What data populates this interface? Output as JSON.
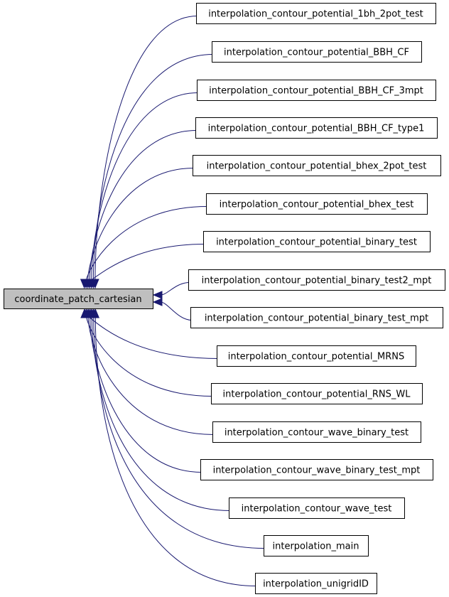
{
  "graph": {
    "root": {
      "label": "coordinate_patch_cartesian",
      "fill": "#bfbfbf"
    },
    "edge_color": "#191970",
    "callers": [
      {
        "label": "interpolation_contour_potential_1bh_2pot_test"
      },
      {
        "label": "interpolation_contour_potential_BBH_CF"
      },
      {
        "label": "interpolation_contour_potential_BBH_CF_3mpt"
      },
      {
        "label": "interpolation_contour_potential_BBH_CF_type1"
      },
      {
        "label": "interpolation_contour_potential_bhex_2pot_test"
      },
      {
        "label": "interpolation_contour_potential_bhex_test"
      },
      {
        "label": "interpolation_contour_potential_binary_test"
      },
      {
        "label": "interpolation_contour_potential_binary_test2_mpt"
      },
      {
        "label": "interpolation_contour_potential_binary_test_mpt"
      },
      {
        "label": "interpolation_contour_potential_MRNS"
      },
      {
        "label": "interpolation_contour_potential_RNS_WL"
      },
      {
        "label": "interpolation_contour_wave_binary_test"
      },
      {
        "label": "interpolation_contour_wave_binary_test_mpt"
      },
      {
        "label": "interpolation_contour_wave_test"
      },
      {
        "label": "interpolation_main"
      },
      {
        "label": "interpolation_unigridID"
      }
    ]
  }
}
